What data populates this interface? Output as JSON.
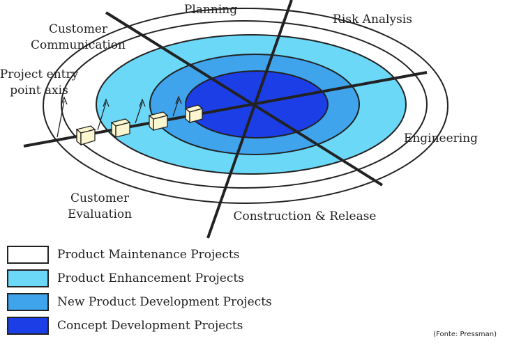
{
  "sectors": {
    "planning": "Planning",
    "risk_analysis": "Risk Analysis",
    "engineering": "Engineering",
    "construction_release": "Construction & Release",
    "customer_evaluation_line1": "Customer",
    "customer_evaluation_line2": "Evaluation",
    "customer_communication_line1": "Customer",
    "customer_communication_line2": "Communication"
  },
  "axis_label_line1": "Project entry",
  "axis_label_line2": "point axis",
  "legend": [
    {
      "label": "Product Maintenance Projects",
      "color": "#ffffff"
    },
    {
      "label": "Product Enhancement Projects",
      "color": "#6cd8f8"
    },
    {
      "label": "New Product Development Projects",
      "color": "#3fa4ec"
    },
    {
      "label": "Concept Development Projects",
      "color": "#1c3ee6"
    }
  ],
  "ring_colors": {
    "outer": "#6cd8f8",
    "middle": "#3fa4ec",
    "inner": "#1c3ee6",
    "line": "#222222",
    "box": "#fbf6cf"
  },
  "source": "(Fonte: Pressman)"
}
